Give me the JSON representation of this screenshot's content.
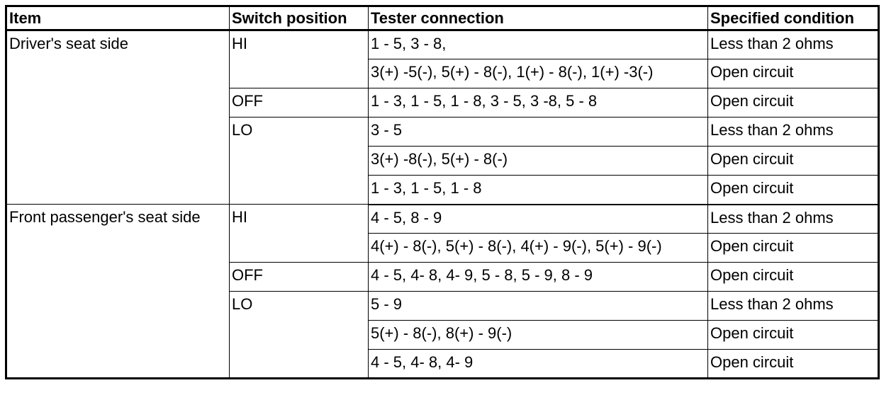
{
  "table": {
    "headers": [
      "Item",
      "Switch position",
      "Tester connection",
      "Specified condition"
    ],
    "groups": [
      {
        "item": "Driver's seat side",
        "positions": [
          {
            "switch": "HI",
            "rows": [
              {
                "tester": "1 - 5, 3 - 8,",
                "condition": "Less than 2 ohms"
              },
              {
                "tester": "3(+) -5(-), 5(+) - 8(-), 1(+) - 8(-), 1(+) -3(-)",
                "condition": "Open circuit"
              }
            ]
          },
          {
            "switch": "OFF",
            "rows": [
              {
                "tester": "1 - 3, 1 - 5, 1 - 8, 3 - 5, 3 -8, 5 - 8",
                "condition": "Open circuit"
              }
            ]
          },
          {
            "switch": "LO",
            "rows": [
              {
                "tester": "3 - 5",
                "condition": "Less than 2 ohms"
              },
              {
                "tester": "3(+) -8(-), 5(+) - 8(-)",
                "condition": "Open circuit"
              },
              {
                "tester": "1 - 3, 1 - 5, 1 - 8",
                "condition": "Open circuit"
              }
            ]
          }
        ]
      },
      {
        "item": "Front passenger's seat side",
        "positions": [
          {
            "switch": "HI",
            "rows": [
              {
                "tester": "4 - 5, 8 - 9",
                "condition": "Less than 2 ohms"
              },
              {
                "tester": "4(+) - 8(-), 5(+) - 8(-), 4(+) - 9(-), 5(+) - 9(-)",
                "condition": "Open circuit"
              }
            ]
          },
          {
            "switch": "OFF",
            "rows": [
              {
                "tester": "4 - 5, 4- 8, 4- 9, 5 - 8, 5 - 9, 8 - 9",
                "condition": "Open circuit"
              }
            ]
          },
          {
            "switch": "LO",
            "rows": [
              {
                "tester": "5 - 9",
                "condition": "Less than 2 ohms"
              },
              {
                "tester": "5(+) - 8(-), 8(+) - 9(-)",
                "condition": "Open circuit"
              },
              {
                "tester": "4 - 5, 4- 8, 4- 9",
                "condition": "Open circuit"
              }
            ]
          }
        ]
      }
    ]
  }
}
